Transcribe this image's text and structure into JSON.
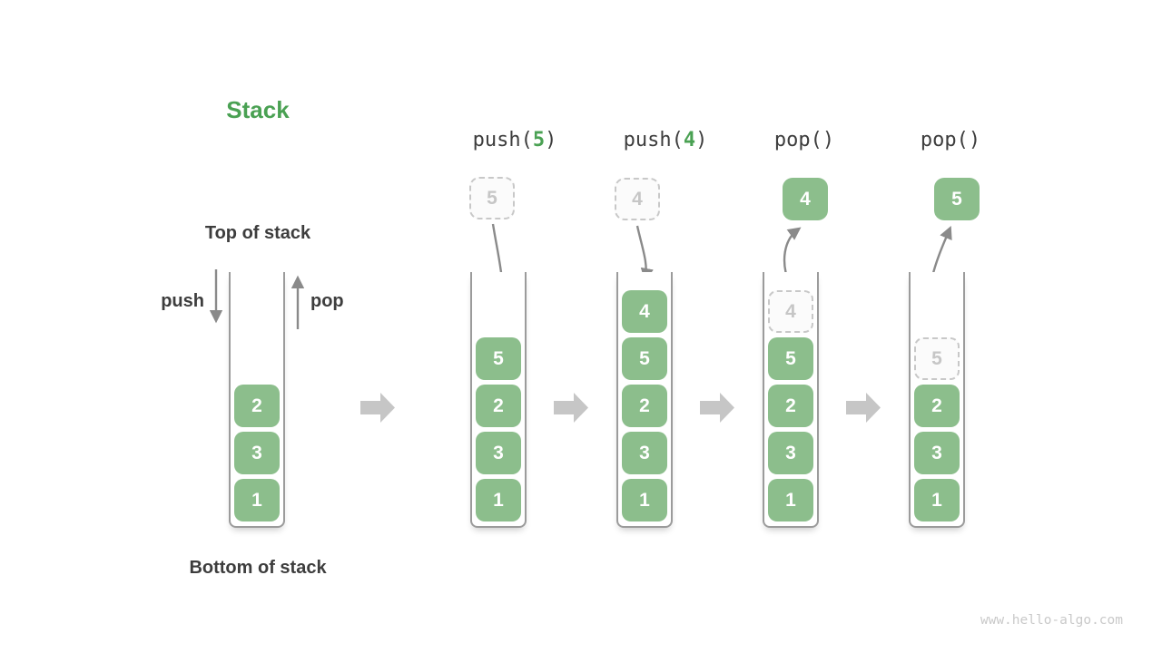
{
  "title": "Stack",
  "labels": {
    "top_of_stack": "Top of stack",
    "bottom_of_stack": "Bottom of stack",
    "push": "push",
    "pop": "pop"
  },
  "watermark": "www.hello-algo.com",
  "colors": {
    "green_box": "#8cbe8c",
    "green_accent": "#4aa153",
    "label_dark": "#3d3d3d",
    "arrow_gray": "#8a8a8a",
    "block_arrow": "#c6c6c6",
    "wall_gray": "#9b9b9b",
    "ghost_border": "#c8c8c8",
    "ghost_text": "#c6c6c6",
    "watermark_gray": "#c9c9c9",
    "cell_text": "#ffffff"
  },
  "diagram": {
    "columns": [
      {
        "id": "initial",
        "op": null,
        "float": null,
        "cells": [
          "2",
          "3",
          "1"
        ]
      },
      {
        "id": "push-5",
        "op": {
          "prefix": "push(",
          "arg": "5",
          "suffix": ")"
        },
        "float": {
          "style": "dashed",
          "value": "5"
        },
        "cells": [
          "5",
          "2",
          "3",
          "1"
        ]
      },
      {
        "id": "push-4",
        "op": {
          "prefix": "push(",
          "arg": "4",
          "suffix": ")"
        },
        "float": {
          "style": "dashed",
          "value": "4"
        },
        "cells": [
          "4",
          "5",
          "2",
          "3",
          "1"
        ]
      },
      {
        "id": "pop-4",
        "op": {
          "prefix": "pop()",
          "arg": "",
          "suffix": ""
        },
        "float": {
          "style": "solid",
          "value": "4"
        },
        "cells": [
          {
            "value": "4",
            "ghost": true
          },
          "5",
          "2",
          "3",
          "1"
        ]
      },
      {
        "id": "pop-5",
        "op": {
          "prefix": "pop()",
          "arg": "",
          "suffix": ""
        },
        "float": {
          "style": "solid",
          "value": "5"
        },
        "cells": [
          {
            "value": "5",
            "ghost": true
          },
          "2",
          "3",
          "1"
        ]
      }
    ]
  }
}
